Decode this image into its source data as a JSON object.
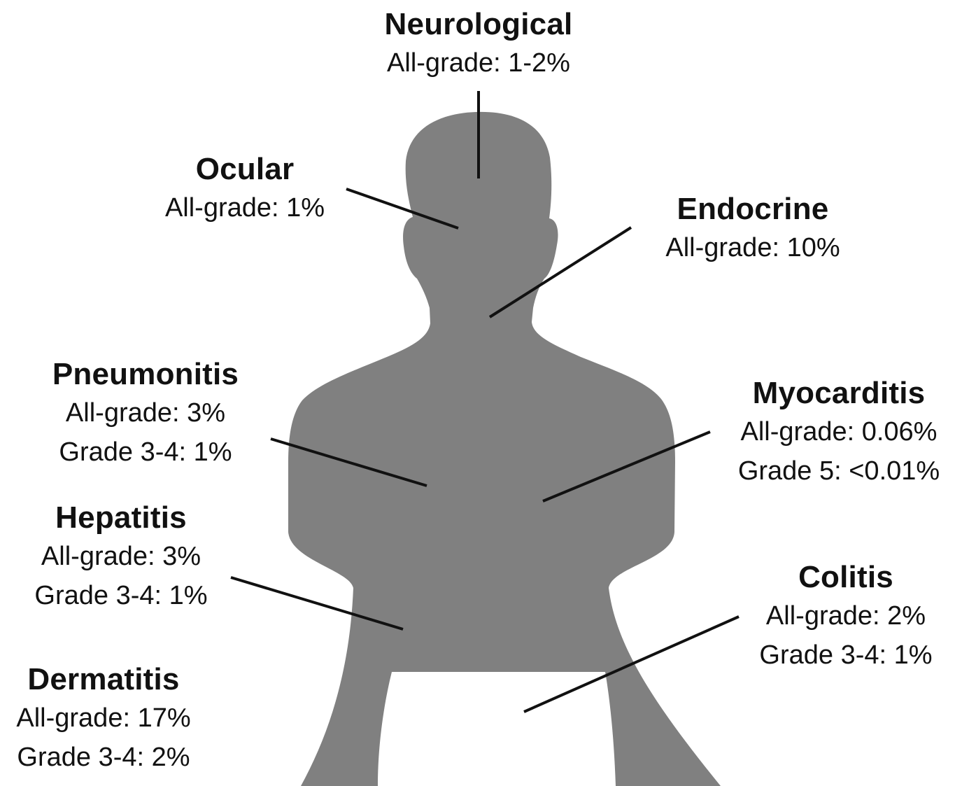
{
  "colors": {
    "silhouette": "#808080",
    "leader_line": "#111111",
    "text": "#111111",
    "background": "#ffffff"
  },
  "organs": [
    {
      "id": "neurological",
      "title": "Neurological",
      "stats": [
        "All-grade: 1-2%"
      ]
    },
    {
      "id": "ocular",
      "title": "Ocular",
      "stats": [
        "All-grade: 1%"
      ]
    },
    {
      "id": "endocrine",
      "title": "Endocrine",
      "stats": [
        "All-grade: 10%"
      ]
    },
    {
      "id": "pneumonitis",
      "title": "Pneumonitis",
      "stats": [
        "All-grade: 3%",
        "Grade 3-4: 1%"
      ]
    },
    {
      "id": "myocarditis",
      "title": "Myocarditis",
      "stats": [
        "All-grade: 0.06%",
        "Grade 5: <0.01%"
      ]
    },
    {
      "id": "hepatitis",
      "title": "Hepatitis",
      "stats": [
        "All-grade: 3%",
        "Grade 3-4: 1%"
      ]
    },
    {
      "id": "colitis",
      "title": "Colitis",
      "stats": [
        "All-grade: 2%",
        "Grade 3-4: 1%"
      ]
    },
    {
      "id": "dermatitis",
      "title": "Dermatitis",
      "stats": [
        "All-grade: 17%",
        "Grade 3-4: 2%"
      ]
    }
  ]
}
